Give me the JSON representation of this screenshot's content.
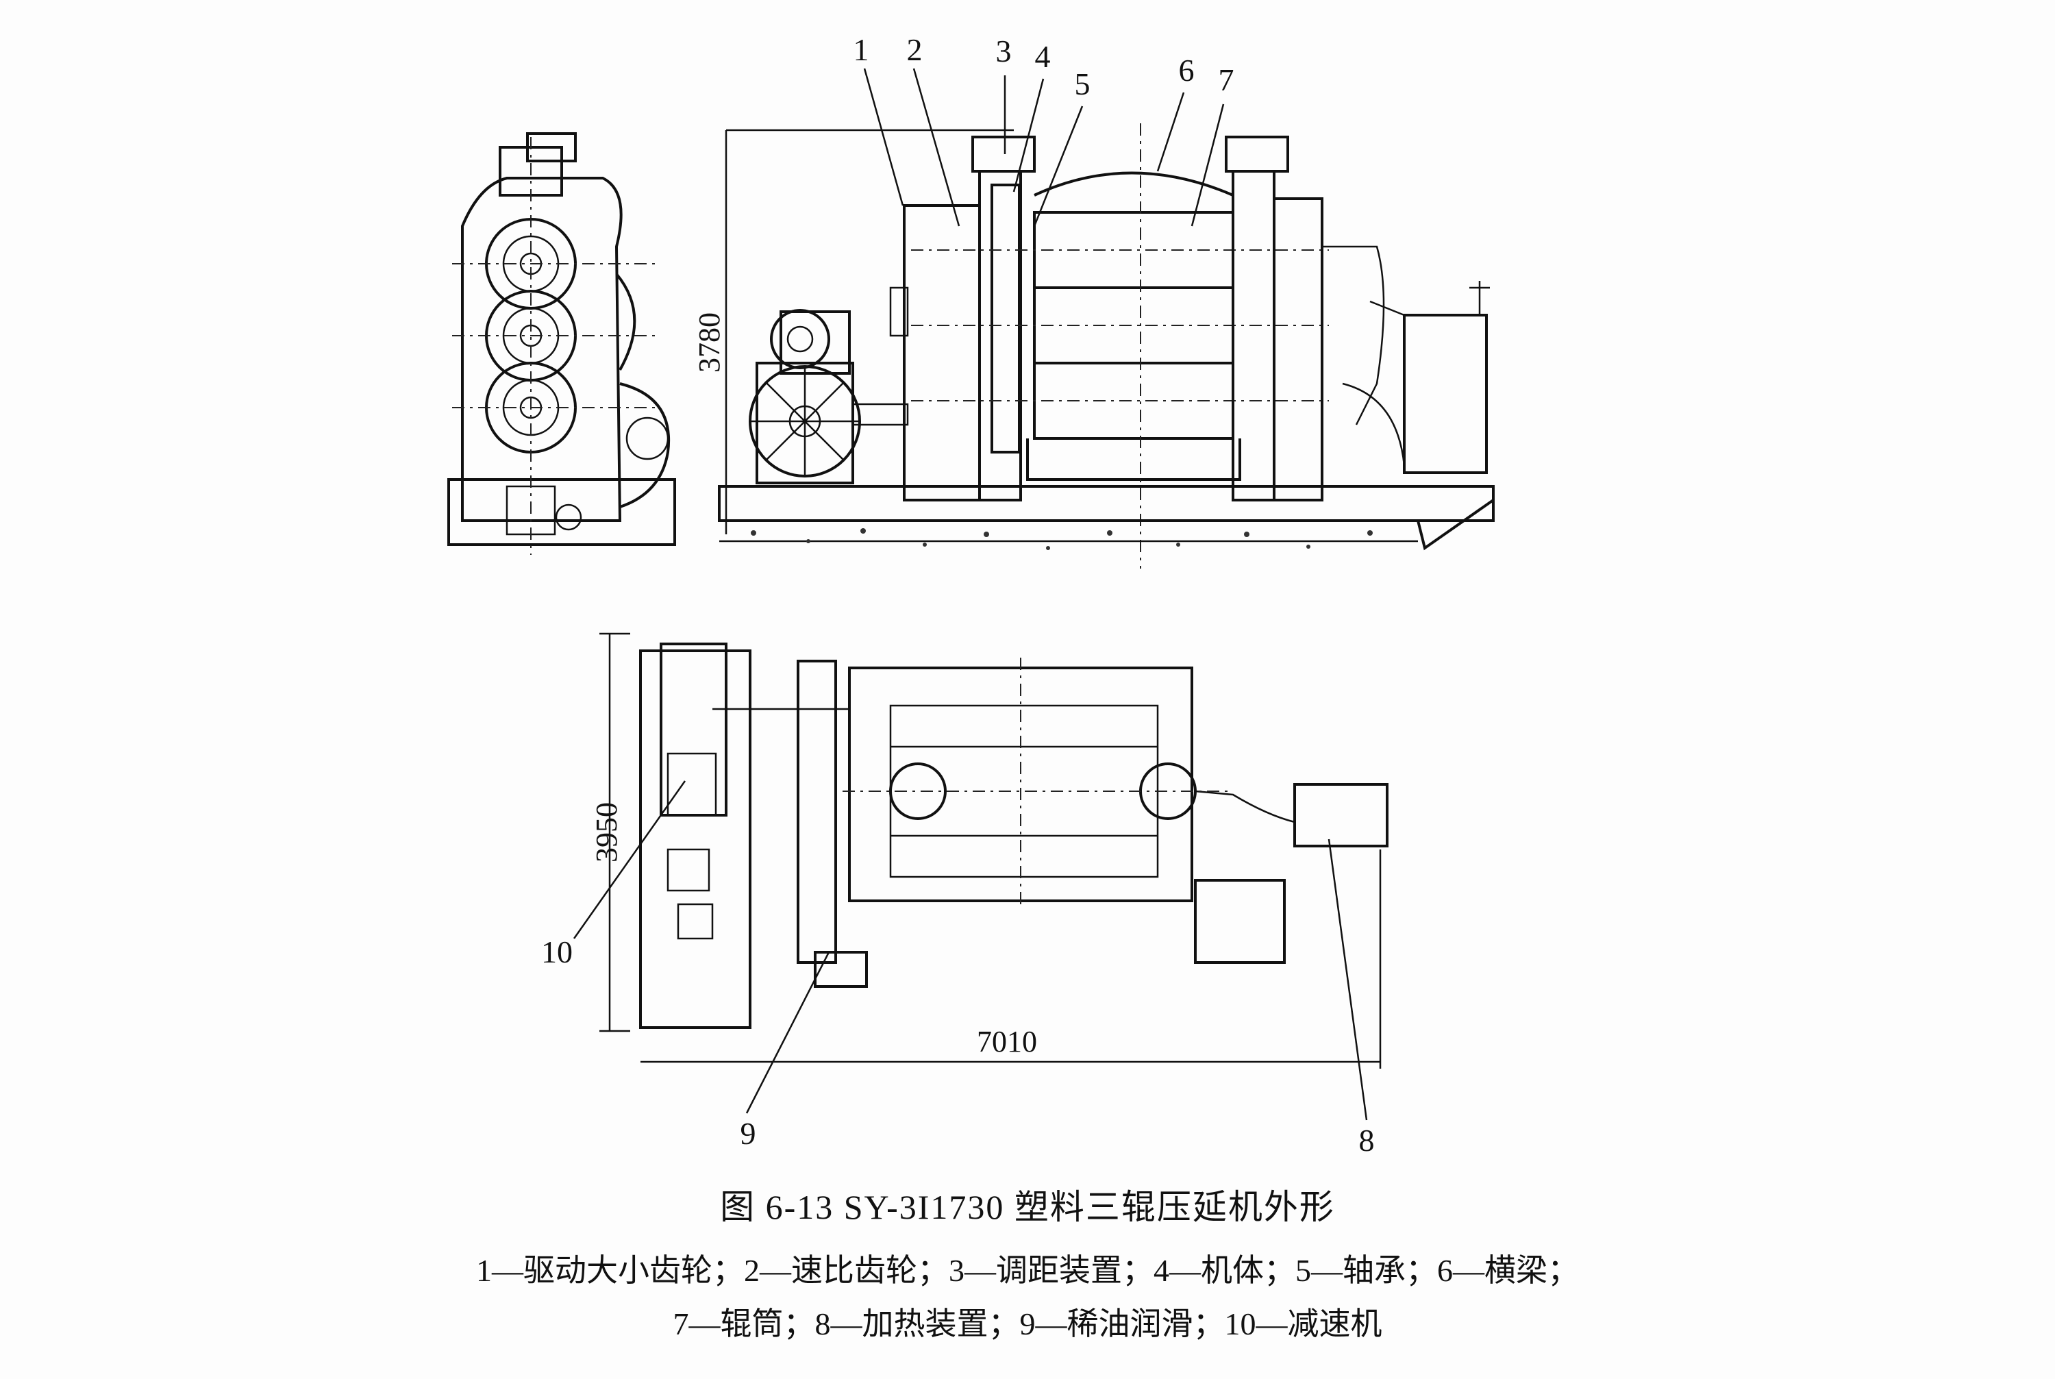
{
  "figure": {
    "caption": "图 6-13   SY-3I1730 塑料三辊压延机外形",
    "legend_line1": "1—驱动大小齿轮；2—速比齿轮；3—调距装置；4—机体；5—轴承；6—横梁；",
    "legend_line2": "7—辊筒；8—加热装置；9—稀油润滑；10—减速机"
  },
  "callouts": [
    "1",
    "2",
    "3",
    "4",
    "5",
    "6",
    "7",
    "8",
    "9",
    "10"
  ],
  "dimensions": {
    "height": "3780",
    "width_plan": "3950",
    "length_plan": "7010"
  }
}
